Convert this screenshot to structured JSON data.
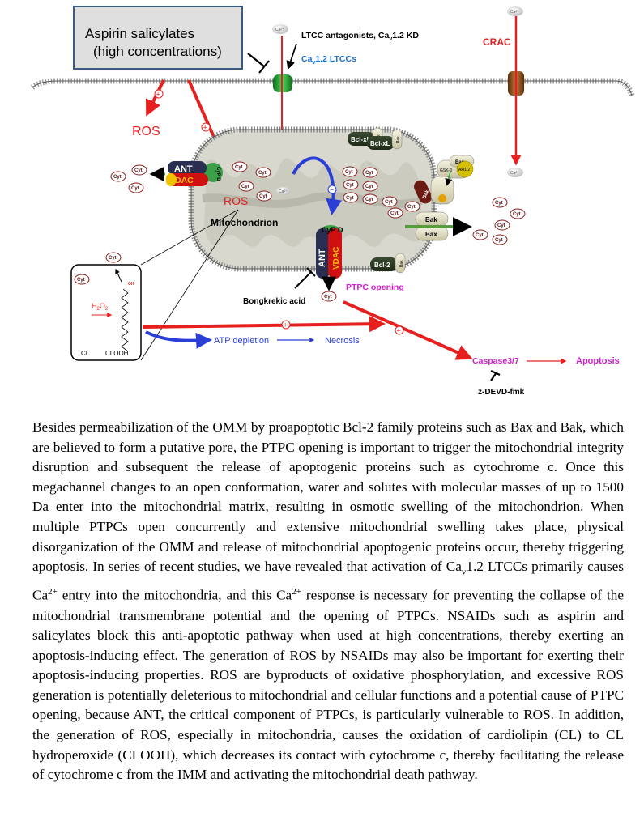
{
  "diagram": {
    "aspirin_box": {
      "line1": "Aspirin salicylates",
      "line2": "(high concentrations)"
    },
    "ltcc_antagonists": "LTCC antagonists, Ca",
    "ltcc_antagonists_sub": "v",
    "ltcc_antagonists_tail": "1.2 KD",
    "cav_label": "Ca",
    "cav_sub": "v",
    "cav_tail": "1.2 LTCCs",
    "crac": "CRAC",
    "ca_ion": "Ca²⁺",
    "ros_outside": "ROS",
    "ros_inside": "ROS",
    "plus": "+",
    "minus": "−",
    "mitochondrion": "Mitochondrion",
    "ant": "ANT",
    "vdac": "VDAC",
    "cyp_d": "CyP D",
    "bclxl": "Bcl-xL",
    "bak": "Bak",
    "bax": "Bax",
    "bcl2": "Bcl-2",
    "gsk3": "GSK-3",
    "akt": "Akt1/2",
    "cyt": "Cyt",
    "bongkrekic": "Bongkrekic acid",
    "ptpc_opening": "PTPC opening",
    "h2o2": "H₂O₂",
    "oh": "OH",
    "cl": "CL",
    "clooh": "CLOOH",
    "atp_depletion": "ATP depletion",
    "necrosis": "Necrosis",
    "caspase": "Caspase3/7",
    "apoptosis": "Apoptosis",
    "zdevd": "z-DEVD-fmk",
    "colors": {
      "red": "#e5201f",
      "blue": "#2b3fd6",
      "magenta": "#cc22cc",
      "cav_blue": "#1a6fd0"
    }
  },
  "paragraph": {
    "p1": "Besides permeabilization of the OMM by proapoptotic Bcl-2 family proteins such as Bax and Bak, which are believed to form a putative pore, the PTPC opening is important to trigger the mitochondrial integrity disruption and subsequent the release of apoptogenic proteins such as cytochrome c. Once this megachannel changes to an open conformation, water and solutes with molecular masses of up to 1500 Da enter into the mitochondrial matrix, resulting in osmotic swelling of the mitochondrion. When multiple PTPCs open concurrently and extensive mitochondrial swelling takes place, physical disorganization of the OMM and release of mitochondrial apoptogenic proteins occur, thereby triggering apoptosis. In series of recent studies, we have revealed that activation of Ca",
    "sub_v1": "v",
    "p2": "1.2 LTCCs primarily causes Ca",
    "sup1": "2+",
    "p3": " entry into the mitochondria, and this Ca",
    "sup2": "2+",
    "p4": " response is necessary for preventing the collapse of the mitochondrial transmembrane potential and the opening of PTPCs. NSAIDs such as aspirin and salicylates block this anti-apoptotic pathway when used at high concentrations, thereby exerting an apoptosis-inducing effect. The generation of ROS by NSAIDs may also be important for exerting their apoptosis-inducing properties. ROS are byproducts of oxidative phosphorylation, and excessive ROS generation is potentially deleterious to mitochondrial and cellular functions and a potential cause of PTPC opening, because ANT, the critical component of PTPCs, is particularly vulnerable to ROS. In addition, the generation of ROS, especially in mitochondria, causes the oxidation of cardiolipin (CL) to CL hydroperoxide (CLOOH), which decreases its contact with cytochrome c, thereby facilitating the release of cytochrome c from the IMM and activating the mitochondrial death pathway."
  }
}
